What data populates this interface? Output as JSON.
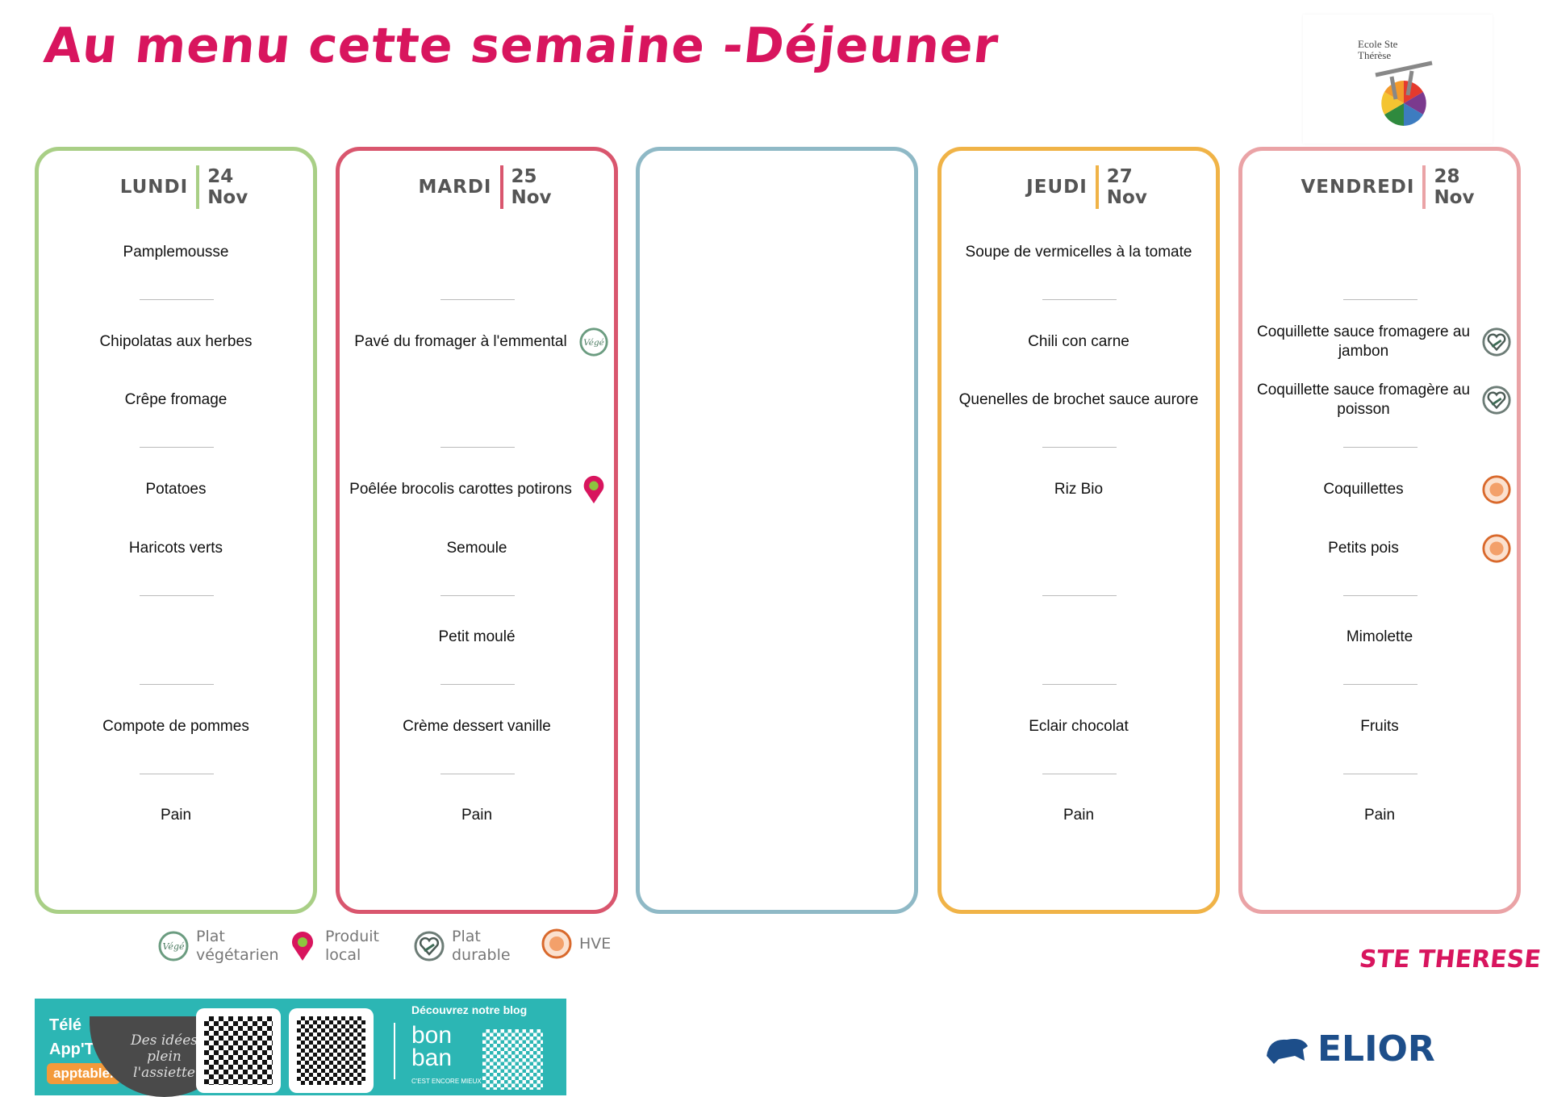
{
  "title": "Au menu cette semaine -Déjeuner",
  "logo": {
    "text": "Ecole Ste Thérèse"
  },
  "colors": {
    "title": "#d8155e",
    "lundi": "#a9cf86",
    "mardi": "#d9566e",
    "mercredi": "#8fb9c6",
    "jeudi": "#f0b347",
    "vendredi": "#eaa3a6"
  },
  "days": [
    {
      "name": "LUNDI",
      "date_day": "24",
      "date_month": "Nov",
      "color": "#a9cf86",
      "items": [
        {
          "text": "Pamplemousse"
        },
        {
          "text": "Chipolatas aux herbes"
        },
        {
          "text": "Crêpe fromage"
        },
        {
          "text": "Potatoes"
        },
        {
          "text": "Haricots verts"
        },
        {
          "text": ""
        },
        {
          "text": "Compote de pommes"
        },
        {
          "text": "Pain"
        }
      ]
    },
    {
      "name": "MARDI",
      "date_day": "25",
      "date_month": "Nov",
      "color": "#d9566e",
      "items": [
        {
          "text": ""
        },
        {
          "text": "Pavé du fromager à l'emmental",
          "icon": "vege-icon"
        },
        {
          "text": ""
        },
        {
          "text": "Poêlée brocolis carottes potirons",
          "icon": "local-product-icon"
        },
        {
          "text": "Semoule"
        },
        {
          "text": "Petit moulé"
        },
        {
          "text": "Crème dessert vanille"
        },
        {
          "text": "Pain"
        }
      ]
    },
    {
      "name": "",
      "date_day": "",
      "date_month": "",
      "color": "#8fb9c6",
      "items": []
    },
    {
      "name": "JEUDI",
      "date_day": "27",
      "date_month": "Nov",
      "color": "#f0b347",
      "items": [
        {
          "text": "Soupe de vermicelles à la tomate"
        },
        {
          "text": "Chili con carne"
        },
        {
          "text": "Quenelles de brochet sauce aurore"
        },
        {
          "text": "Riz Bio"
        },
        {
          "text": ""
        },
        {
          "text": ""
        },
        {
          "text": "Eclair chocolat"
        },
        {
          "text": "Pain"
        }
      ]
    },
    {
      "name": "VENDREDI",
      "date_day": "28",
      "date_month": "Nov",
      "color": "#eaa3a6",
      "items": [
        {
          "text": ""
        },
        {
          "text": "Coquillette sauce fromagere au jambon",
          "icon": "sustainable-dish-icon"
        },
        {
          "text": "Coquillette sauce fromagère au poisson",
          "icon": "sustainable-dish-icon"
        },
        {
          "text": "Coquillettes",
          "icon": "hve-icon"
        },
        {
          "text": "Petits pois",
          "icon": "hve-icon"
        },
        {
          "text": "Mimolette"
        },
        {
          "text": "Fruits"
        },
        {
          "text": "Pain"
        }
      ]
    }
  ],
  "legend": [
    {
      "icon": "vege-icon",
      "line1": "Plat",
      "line2": "végétarien"
    },
    {
      "icon": "local-product-icon",
      "line1": "Produit",
      "line2": "local"
    },
    {
      "icon": "sustainable-dish-icon",
      "line1": "Plat",
      "line2": "durable"
    },
    {
      "icon": "hve-icon",
      "line1": "HVE",
      "line2": ""
    }
  ],
  "banner": {
    "download": "Télé",
    "app": "App'T",
    "apptable": "apptable.",
    "bowl_text": "Des idées plein l'assiette",
    "blog": "Découvrez notre blog",
    "bonban": "bon ban",
    "mieux": "C'EST ENCORE MIEUX"
  },
  "school": "STE THERESE",
  "brand": "ELIOR"
}
